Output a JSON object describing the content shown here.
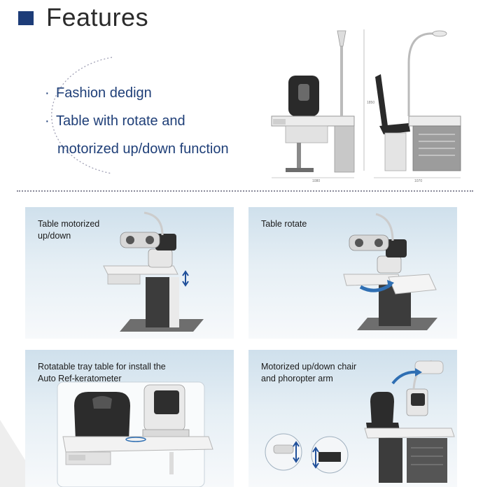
{
  "header": {
    "title": "Features"
  },
  "features": {
    "item1": "Fashion dedign",
    "item2": "Table with rotate and",
    "item2_cont": "motorized up/down function"
  },
  "panels": {
    "p1": {
      "line1": "Table motorized",
      "line2": "up/down"
    },
    "p2": {
      "line1": "Table rotate"
    },
    "p3": {
      "line1": "Rotatable tray table for install the",
      "line2": "Auto Ref-keratometer"
    },
    "p4": {
      "line1": "Motorized up/down chair",
      "line2": "and phoropter arm"
    }
  },
  "colors": {
    "accent": "#1d3c78",
    "text_blue": "#1f3f78",
    "rotate_arrow": "#2f6fb3"
  }
}
